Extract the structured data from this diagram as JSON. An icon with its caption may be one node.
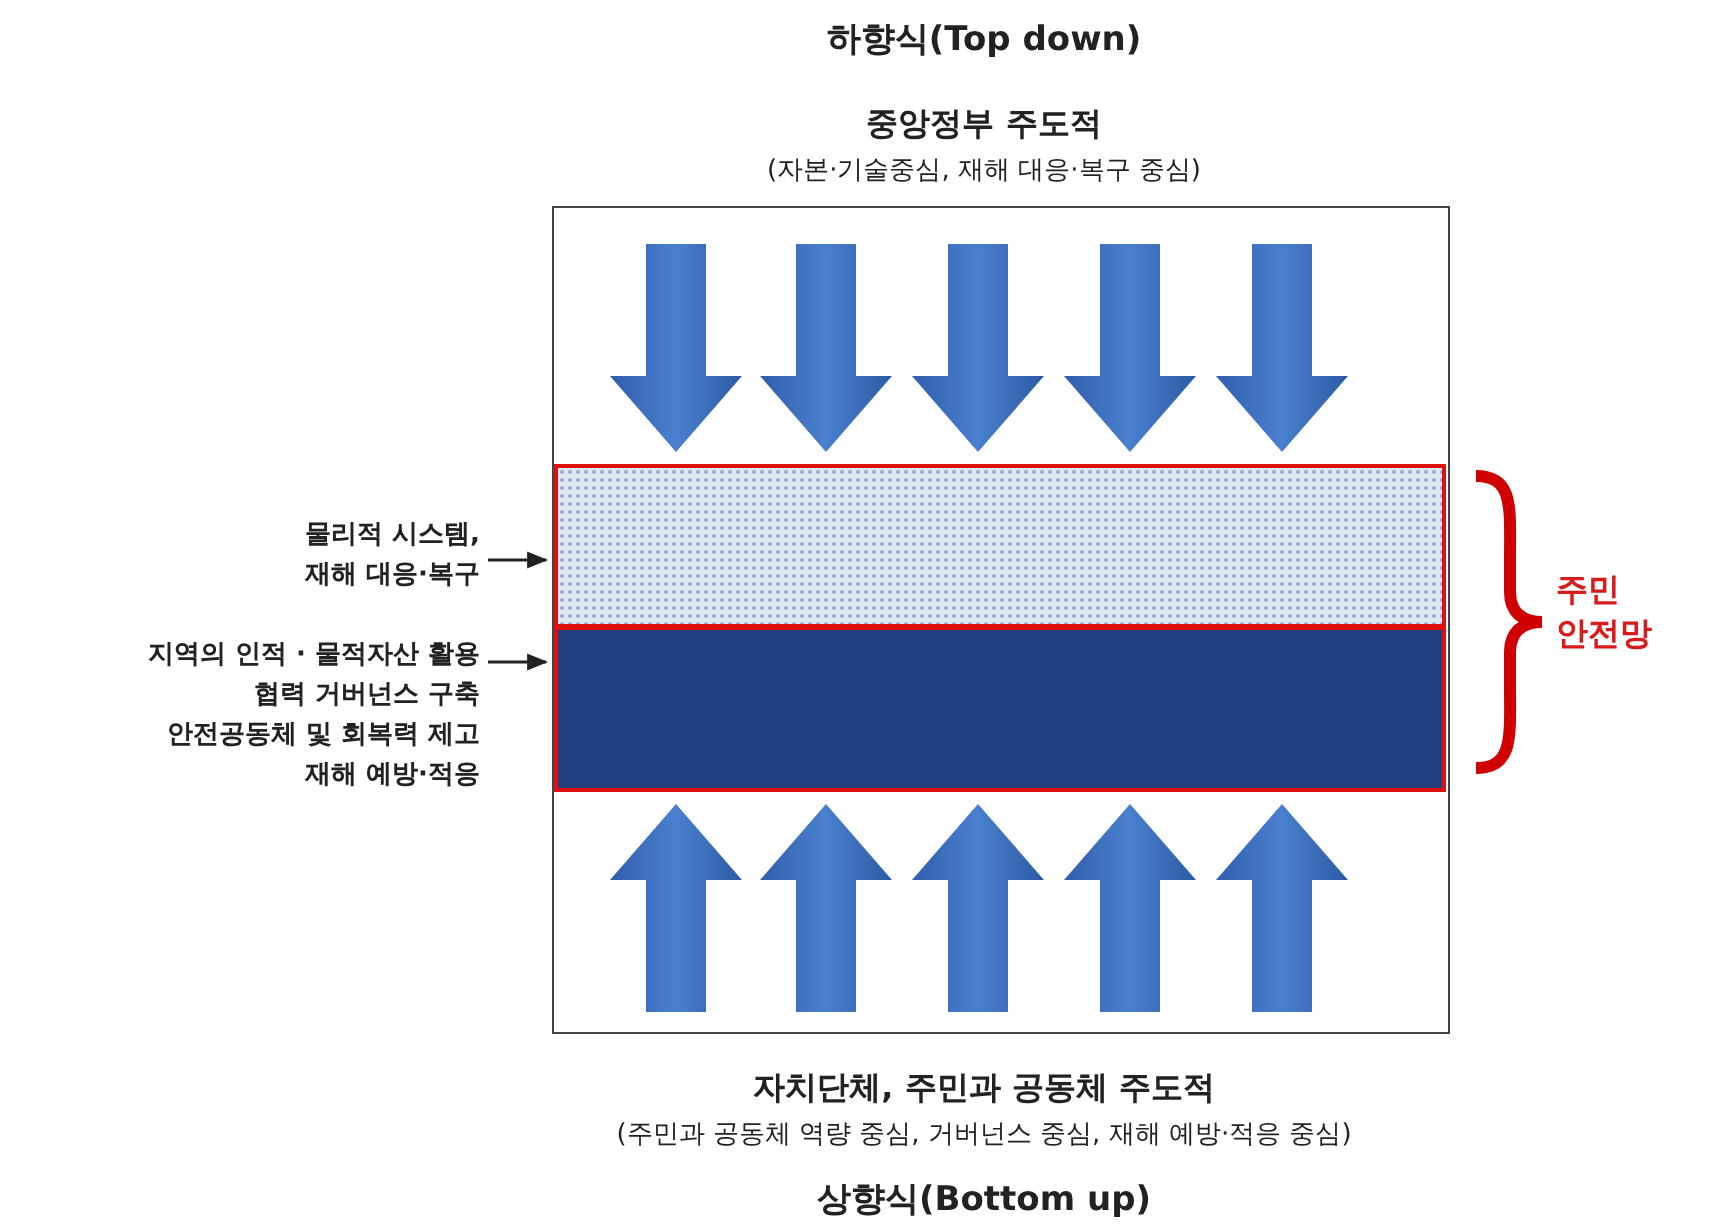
{
  "diagram": {
    "nodes": [
      {
        "text": [],
        "shape": "box"
      },
      {
        "text": [],
        "shape": "band",
        "in": 0
      },
      {
        "text": [],
        "shape": "band",
        "in": 0
      },
      {
        "text": [
          "물리적 시스템, 재해 대응·복구"
        ]
      },
      {
        "text": [
          "지역의 인적 · 물적자산 활용 협력 거버넌스 구축 안전공동체 및 회복력 제고 재해 예방·적응"
        ]
      }
    ],
    "edges": [
      {
        "from": 3,
        "to": 1,
        "arrow": "to"
      },
      {
        "from": 4,
        "to": 2,
        "arrow": "to"
      }
    ],
    "labels": [
      "하향식(Top down)",
      "중앙정부 주도적",
      "(자본·기술중심, 재해 대응·복구 중심)",
      "주민 안전망",
      "자치단체, 주민과 공동체 주도적",
      "(주민과 공동체 역량 중심, 거버넌스 중심, 재해 예방·적응 중심)",
      "상향식(Bottom up)"
    ]
  }
}
